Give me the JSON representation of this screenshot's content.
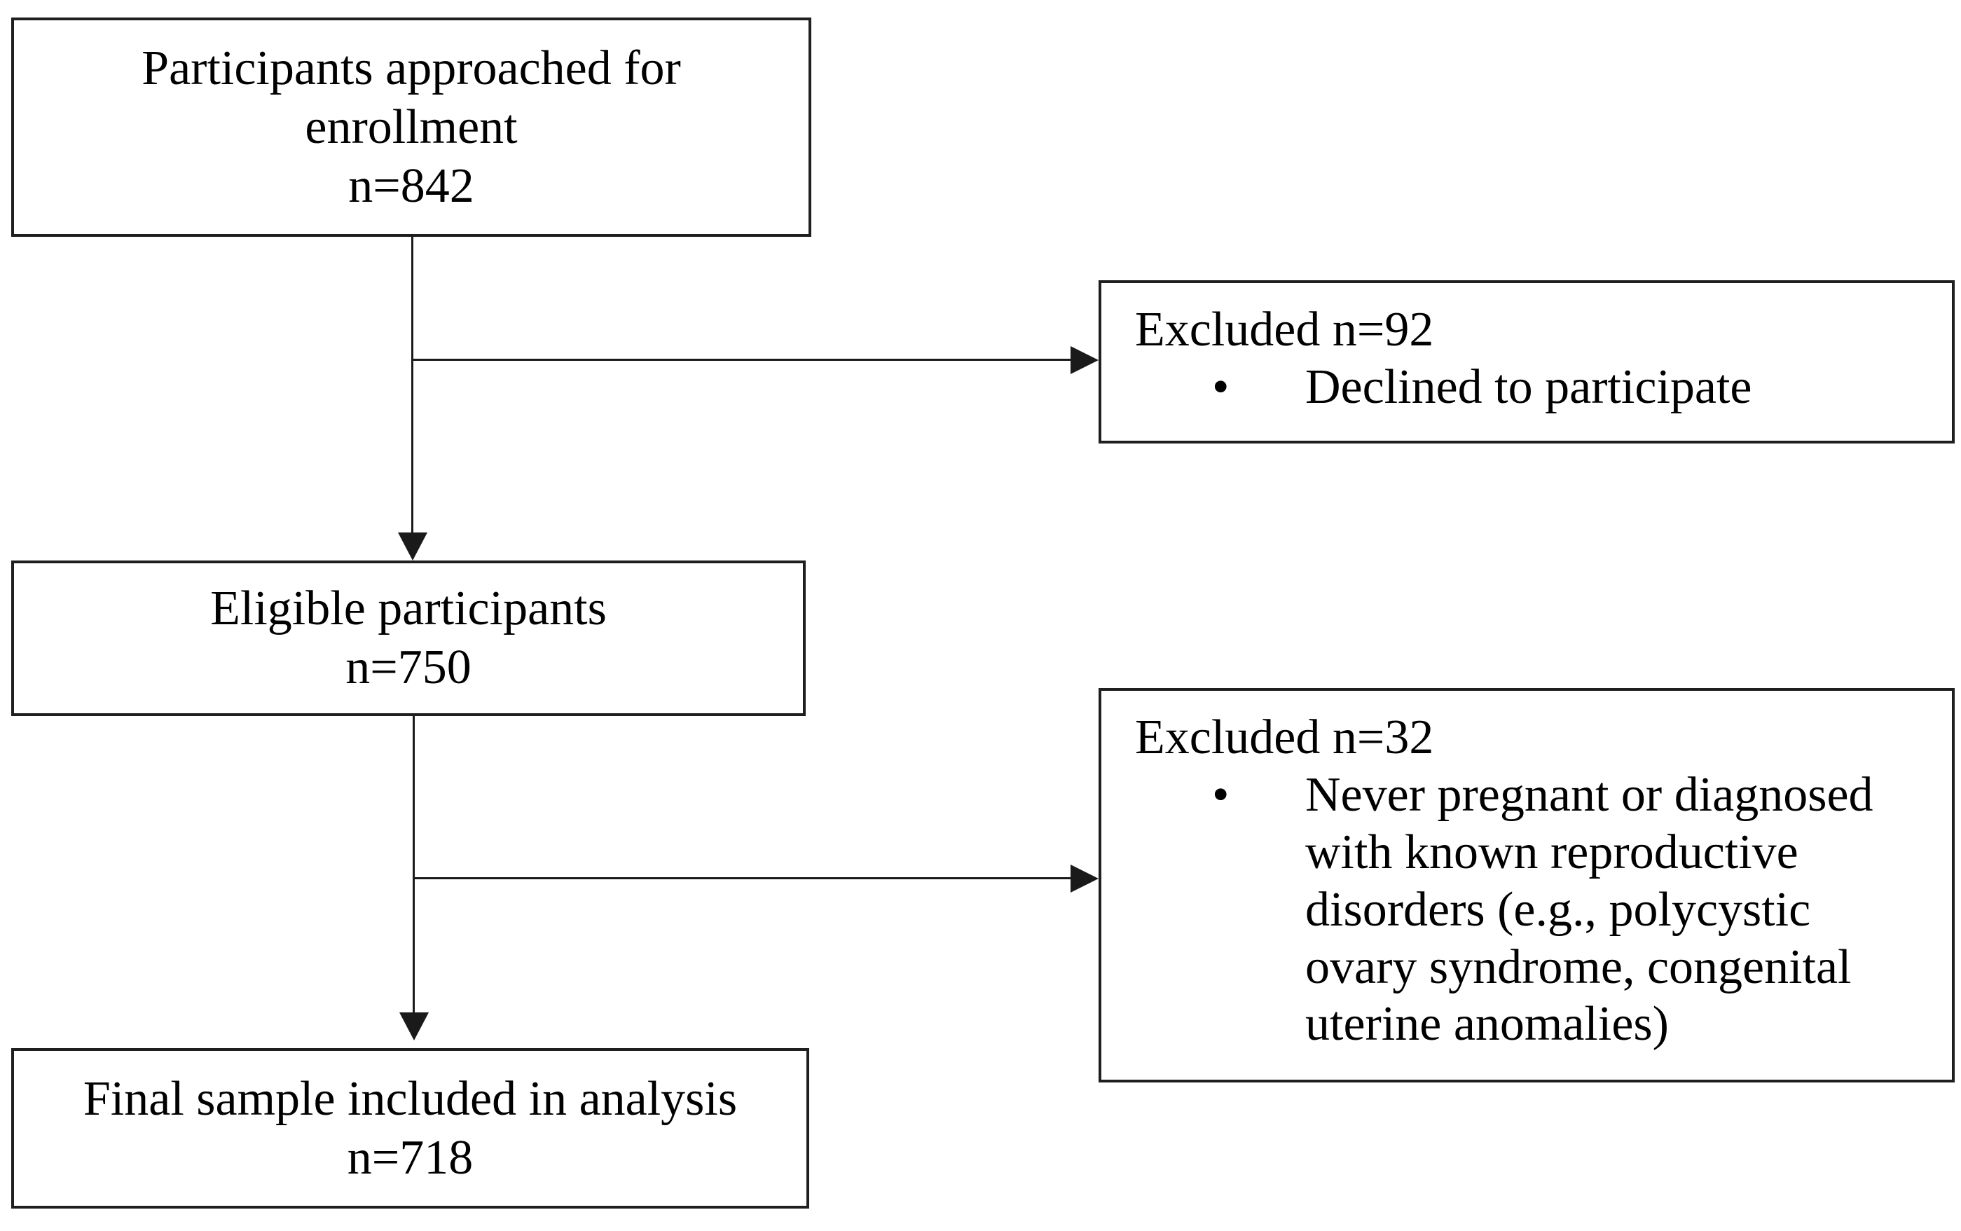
{
  "flowchart": {
    "bullet_glyph": "•",
    "nodes": {
      "approached": {
        "line1": "Participants approached for",
        "line2": "enrollment",
        "count": "n=842"
      },
      "excluded_declined": {
        "title": "Excluded n=92",
        "bullet_text": "Declined to participate"
      },
      "eligible": {
        "line1": "Eligible participants",
        "count": "n=750"
      },
      "excluded_reproductive": {
        "title": "Excluded n=32",
        "bullet_text": "Never pregnant or diagnosed with known reproductive disorders (e.g., polycystic ovary syndrome, congenital uterine anomalies)"
      },
      "final": {
        "line1": "Final sample included in analysis",
        "count": "n=718"
      }
    },
    "edges": [
      {
        "from": "approached",
        "to": "eligible",
        "type": "arrow-down"
      },
      {
        "from": "approached",
        "to": "excluded_declined",
        "type": "arrow-right"
      },
      {
        "from": "eligible",
        "to": "final",
        "type": "arrow-down"
      },
      {
        "from": "eligible",
        "to": "excluded_reproductive",
        "type": "arrow-right"
      }
    ],
    "colors": {
      "background": "#ffffff",
      "border": "#1f1f1f",
      "text": "#000000",
      "arrow": "#1a1a1a"
    }
  }
}
